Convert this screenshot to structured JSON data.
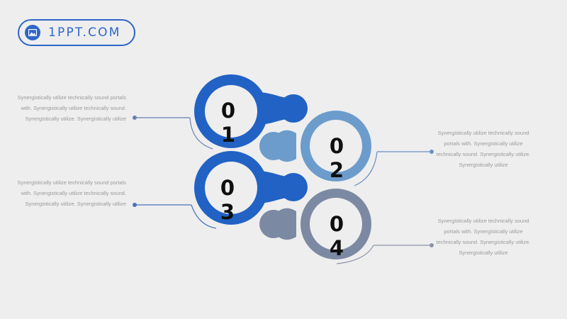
{
  "logo": {
    "text": "1PPT.COM",
    "icon": "image-icon"
  },
  "colors": {
    "background": "#eeeeef",
    "blue_dark": "#2162c4",
    "blue_light": "#6c9ccb",
    "gray_blue": "#7c89a3",
    "text_gray": "#9a9a9a",
    "number": "#0f0f0f"
  },
  "steps": [
    {
      "number": "0\n1",
      "color": "#2162c4",
      "text": "Synergistically utilize technically sound portals with. Synergistically utilize technically sound. Synergistically utilize. Synergistically utilize"
    },
    {
      "number": "0\n2",
      "color": "#6c9ccb",
      "text": "Synergistically utilize technically sound portals with. Synergistically utilize technically sound. Synergistically utilize. Synergistically utilize"
    },
    {
      "number": "0\n3",
      "color": "#2162c4",
      "text": "Synergistically utilize technically sound portals with. Synergistically utilize technically sound. Synergistically utilize. Synergistically utilize"
    },
    {
      "number": "0\n4",
      "color": "#7c89a3",
      "text": "Synergistically utilize technically sound portals with. Synergistically utilize technically sound. Synergistically utilize. Synergistically utilize"
    }
  ]
}
